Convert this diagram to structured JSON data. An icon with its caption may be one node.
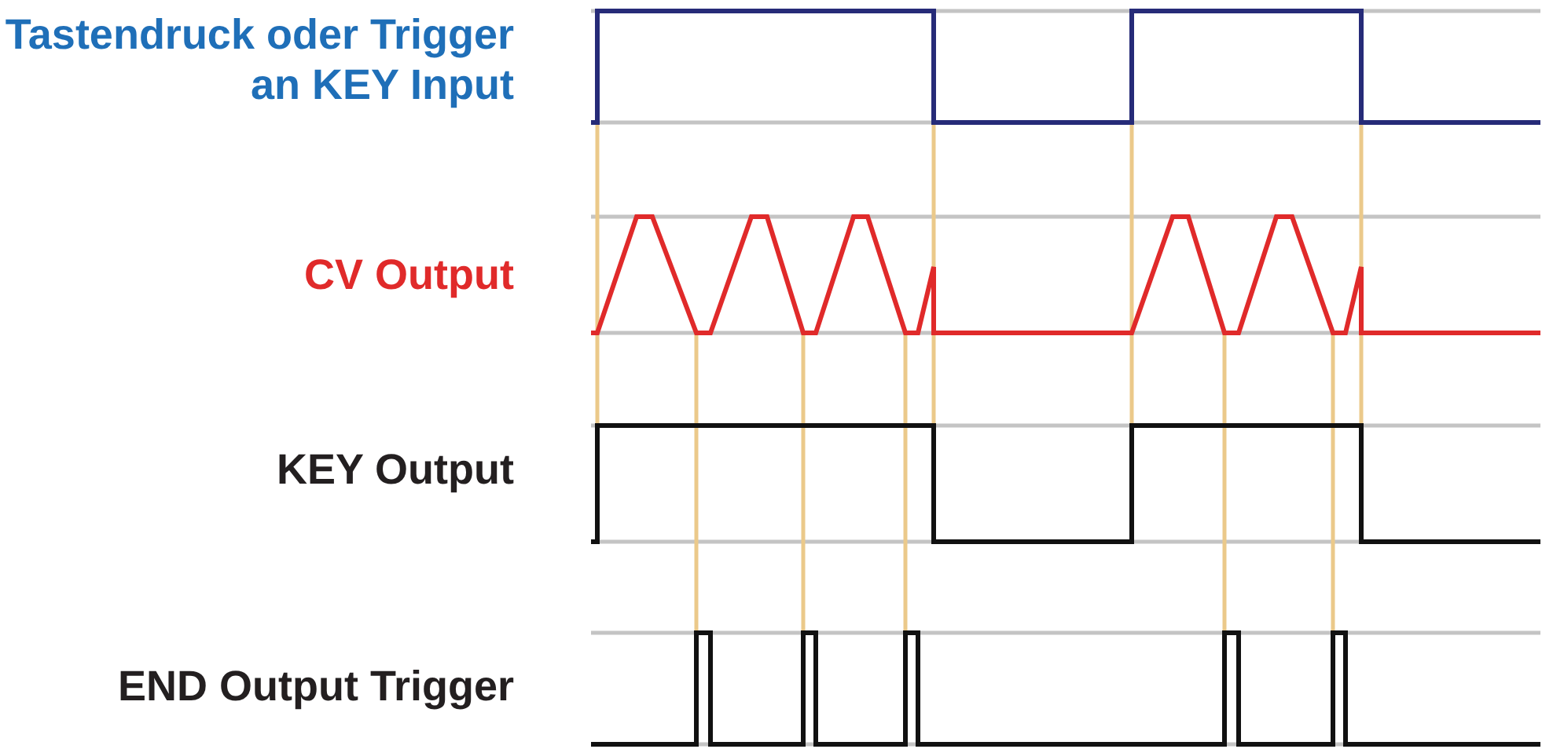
{
  "diagram": {
    "labels": [
      "Tastendruck oder Trigger an KEY Input",
      "CV Output",
      "KEY Output",
      "END Output Trigger"
    ]
  }
}
